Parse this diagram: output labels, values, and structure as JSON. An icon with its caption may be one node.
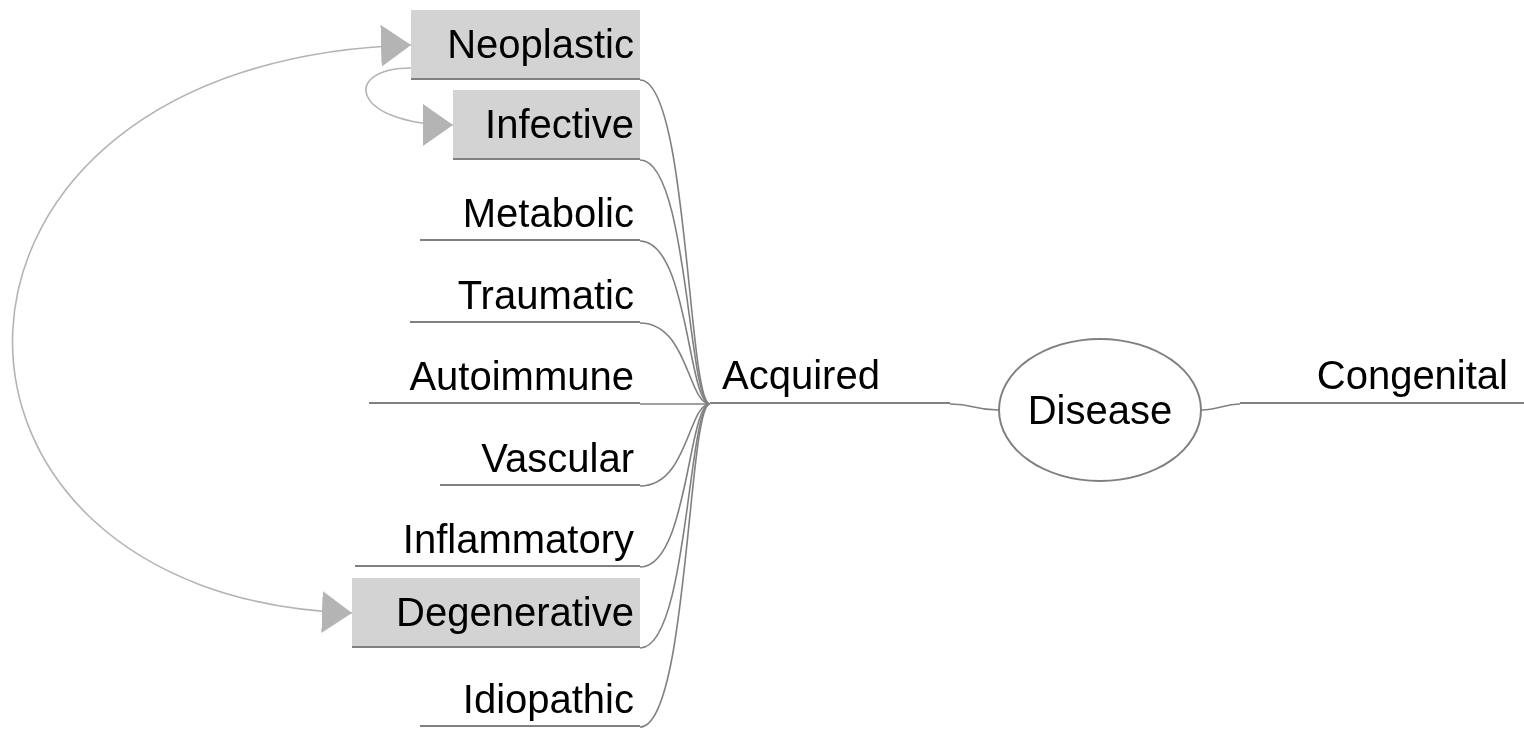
{
  "diagram": {
    "nodes": [
      {
        "text": [
          "Disease"
        ]
      },
      {
        "text": [
          "Acquired"
        ]
      },
      {
        "text": [
          "Congenital"
        ]
      },
      {
        "text": [
          "Neoplastic"
        ]
      },
      {
        "text": [
          "Infective"
        ]
      },
      {
        "text": [
          "Metabolic"
        ]
      },
      {
        "text": [
          "Traumatic"
        ]
      },
      {
        "text": [
          "Autoimmune"
        ]
      },
      {
        "text": [
          "Vascular"
        ]
      },
      {
        "text": [
          "Inflammatory"
        ]
      },
      {
        "text": [
          "Degenerative"
        ]
      },
      {
        "text": [
          "Idiopathic"
        ]
      }
    ],
    "edges": [
      {
        "from": 0,
        "to": 1,
        "arrow": "none"
      },
      {
        "from": 0,
        "to": 2,
        "arrow": "none"
      },
      {
        "from": 1,
        "to": 3,
        "arrow": "none"
      },
      {
        "from": 1,
        "to": 4,
        "arrow": "none"
      },
      {
        "from": 1,
        "to": 5,
        "arrow": "none"
      },
      {
        "from": 1,
        "to": 6,
        "arrow": "none"
      },
      {
        "from": 1,
        "to": 7,
        "arrow": "none"
      },
      {
        "from": 1,
        "to": 8,
        "arrow": "none"
      },
      {
        "from": 1,
        "to": 9,
        "arrow": "none"
      },
      {
        "from": 1,
        "to": 10,
        "arrow": "none"
      },
      {
        "from": 1,
        "to": 11,
        "arrow": "none"
      },
      {
        "from": 3,
        "to": 10,
        "arrow": "both",
        "color": "#b4b4b4"
      },
      {
        "from": 3,
        "to": 4,
        "arrow": "to",
        "color": "#b4b4b4"
      }
    ]
  }
}
